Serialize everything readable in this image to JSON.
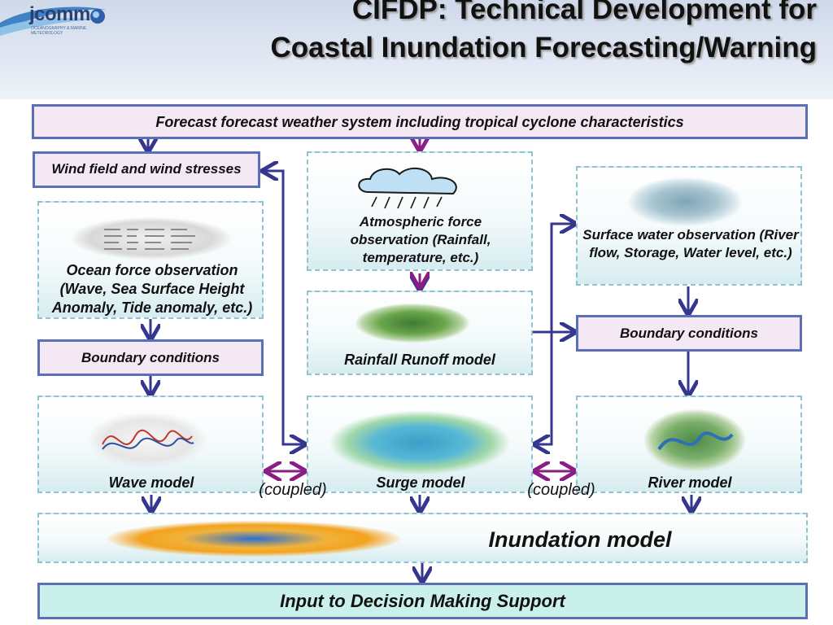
{
  "header": {
    "logo_text": "jcomm",
    "logo_subtitle": "OCEANOGRAPHY & MARINE METEOROLOGY",
    "title": "CIFDP: Technical Development for Coastal Inundation Forecasting/Warning"
  },
  "boxes": {
    "forecast": "Forecast forecast weather system including tropical cyclone characteristics",
    "wind": "Wind field and wind stresses",
    "ocean_obs": "Ocean force observation (Wave, Sea Surface Height Anomaly, Tide anomaly, etc.)",
    "boundary_left": "Boundary conditions",
    "atmos_obs": "Atmospheric force observation (Rainfall, temperature, etc.)",
    "rainfall_model": "Rainfall Runoff model",
    "surface_obs": "Surface water observation (River flow, Storage, Water level, etc.)",
    "boundary_right": "Boundary conditions",
    "wave_model": "Wave model",
    "surge_model": "Surge model",
    "river_model": "River model",
    "coupled_left": "(coupled)",
    "coupled_right": "(coupled)",
    "inundation_model": "Inundation model",
    "decision_support": "Input to Decision Making Support"
  },
  "colors": {
    "flow_arrow": "#35378f",
    "coupled_arrow": "#8a1e86",
    "solid_border": "#5a6fb5",
    "dashed_border": "#8ec3cf"
  }
}
